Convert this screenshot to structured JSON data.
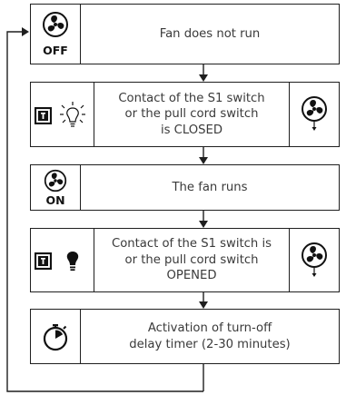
{
  "diagram": {
    "steps": [
      {
        "text": [
          "Fan does not run"
        ],
        "icon": "fan-icon",
        "icon_label": "OFF"
      },
      {
        "text": [
          "Contact of the S1 switch",
          "or the pull cord switch",
          "is CLOSED"
        ],
        "icons": [
          "switch-icon",
          "light-bulb-on-icon",
          "fan-arrow-icon"
        ]
      },
      {
        "text": [
          "The fan runs"
        ],
        "icon": "fan-icon",
        "icon_label": "ON"
      },
      {
        "text": [
          "Contact of the S1 switch is",
          "or the pull cord switch",
          "OPENED"
        ],
        "icons": [
          "switch-icon",
          "light-bulb-off-icon",
          "fan-arrow-icon"
        ]
      },
      {
        "text": [
          "Activation of turn-off",
          "delay timer (2-30 minutes)"
        ],
        "icon": "stopwatch-icon"
      }
    ]
  },
  "colors": {
    "border": "#1f1f1f",
    "text": "#3a3a3a",
    "background": "#ffffff"
  }
}
